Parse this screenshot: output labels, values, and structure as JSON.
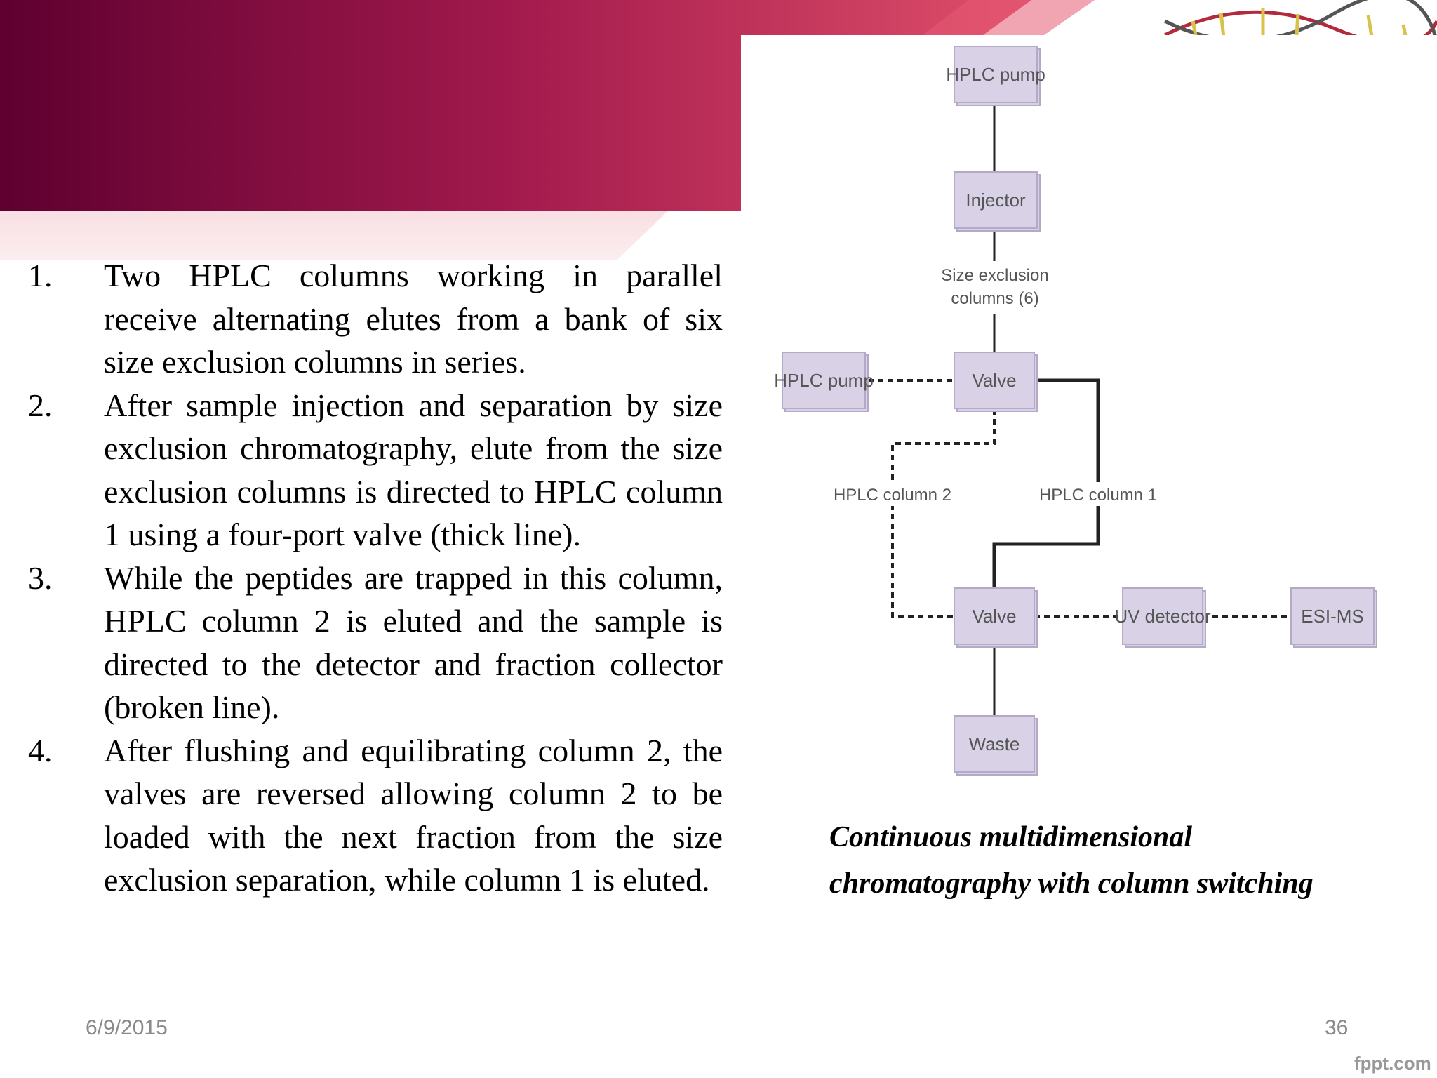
{
  "steps": [
    {
      "number": "1.",
      "text": "Two HPLC columns working in parallel receive alternating elutes from a bank of six size exclusion columns in series."
    },
    {
      "number": "2.",
      "text": "After sample injection and separation by size exclusion chromatography, elute from the size exclusion columns is directed to HPLC column 1 using a four-port valve (thick line)."
    },
    {
      "number": "3.",
      "text": "While the peptides are trapped in this column, HPLC column 2 is eluted and the sample is directed to the detector and fraction collector (broken line)."
    },
    {
      "number": "4.",
      "text": "After flushing and equilibrating column 2, the valves are reversed allowing column 2 to be loaded with the next fraction from the size exclusion separation, while column 1 is eluted."
    }
  ],
  "diagram": {
    "nodes": {
      "hplc_pump_top": "HPLC pump",
      "injector": "Injector",
      "hplc_pump_left": "HPLC pump",
      "valve_top": "Valve",
      "valve_bottom": "Valve",
      "uv_detector": "UV detector",
      "esi_ms": "ESI-MS",
      "waste": "Waste"
    },
    "labels": {
      "size_exclusion_line1": "Size exclusion",
      "size_exclusion_line2": "columns (6)",
      "hplc_column_2": "HPLC column 2",
      "hplc_column_1": "HPLC column 1"
    }
  },
  "caption": {
    "line1": "Continuous multidimensional",
    "line2": "chromatography with column switching"
  },
  "footer": {
    "date": "6/9/2015",
    "page_number": "36",
    "brand": "fppt.com"
  },
  "colors": {
    "banner_dark": "#5e0030",
    "banner_mid": "#a31a4d",
    "banner_light": "#e0506a",
    "node_fill": "#d9d2e6"
  }
}
